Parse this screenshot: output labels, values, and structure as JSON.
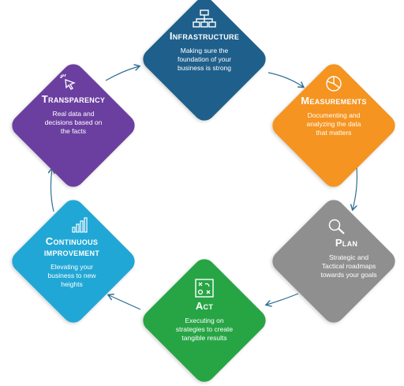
{
  "nodes": [
    {
      "id": "infrastructure",
      "title": "Infrastructure",
      "desc": [
        "Making sure the",
        "foundation of your",
        "business is strong"
      ],
      "color": "#1f5f8b",
      "icon": "network-icon"
    },
    {
      "id": "measurements",
      "title": "Measurements",
      "desc": [
        "Documenting and",
        "analyzing the data",
        "that matters"
      ],
      "color": "#f59420",
      "icon": "pie-chart-icon"
    },
    {
      "id": "plan",
      "title": "Plan",
      "desc": [
        "Strategic and",
        "Tactical roadmaps",
        "towards your goals"
      ],
      "color": "#8f8f8f",
      "icon": "magnifier-icon"
    },
    {
      "id": "act",
      "title": "Act",
      "desc": [
        "Executing on",
        "strategies to create",
        "tangible results"
      ],
      "color": "#27a545",
      "icon": "strategy-board-icon"
    },
    {
      "id": "continuous",
      "title": [
        "Continuous",
        "improvement"
      ],
      "desc": [
        "Elevating your",
        "business to new",
        "heights"
      ],
      "color": "#21a7d6",
      "icon": "bar-growth-icon"
    },
    {
      "id": "transparency",
      "title": "Transparency",
      "desc": [
        "Real data and",
        "decisions based on",
        "the facts"
      ],
      "color": "#6b3fa0",
      "icon": "click-icon"
    }
  ],
  "arrow_color": "#2f6f93"
}
